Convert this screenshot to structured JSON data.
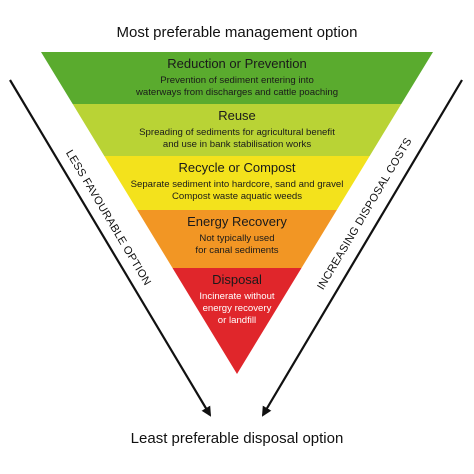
{
  "top_label": "Most preferable management option",
  "bottom_label": "Least preferable disposal option",
  "left_arrow_label": "LESS FAVOURABLE OPTION",
  "right_arrow_label": "INCREASING DISPOSAL COSTS",
  "tiers": [
    {
      "title": "Reduction or Prevention",
      "lines": [
        "Prevention of sediment entering into",
        "waterways from discharges and cattle poaching"
      ],
      "color": "#5aab2e"
    },
    {
      "title": "Reuse",
      "lines": [
        "Spreading of sediments for agricultural benefit",
        "and use in bank stabilisation works"
      ],
      "color": "#b9d335"
    },
    {
      "title": "Recycle or Compost",
      "lines": [
        "Separate sediment into hardcore, sand and gravel",
        "Compost waste aquatic weeds"
      ],
      "color": "#f3e21c"
    },
    {
      "title": "Energy Recovery",
      "lines": [
        "Not typically used",
        "for canal sediments"
      ],
      "color": "#f29624"
    },
    {
      "title": "Disposal",
      "lines": [
        "Incinerate without",
        "energy recovery",
        "or landfill"
      ],
      "color": "#e0262b"
    }
  ]
}
